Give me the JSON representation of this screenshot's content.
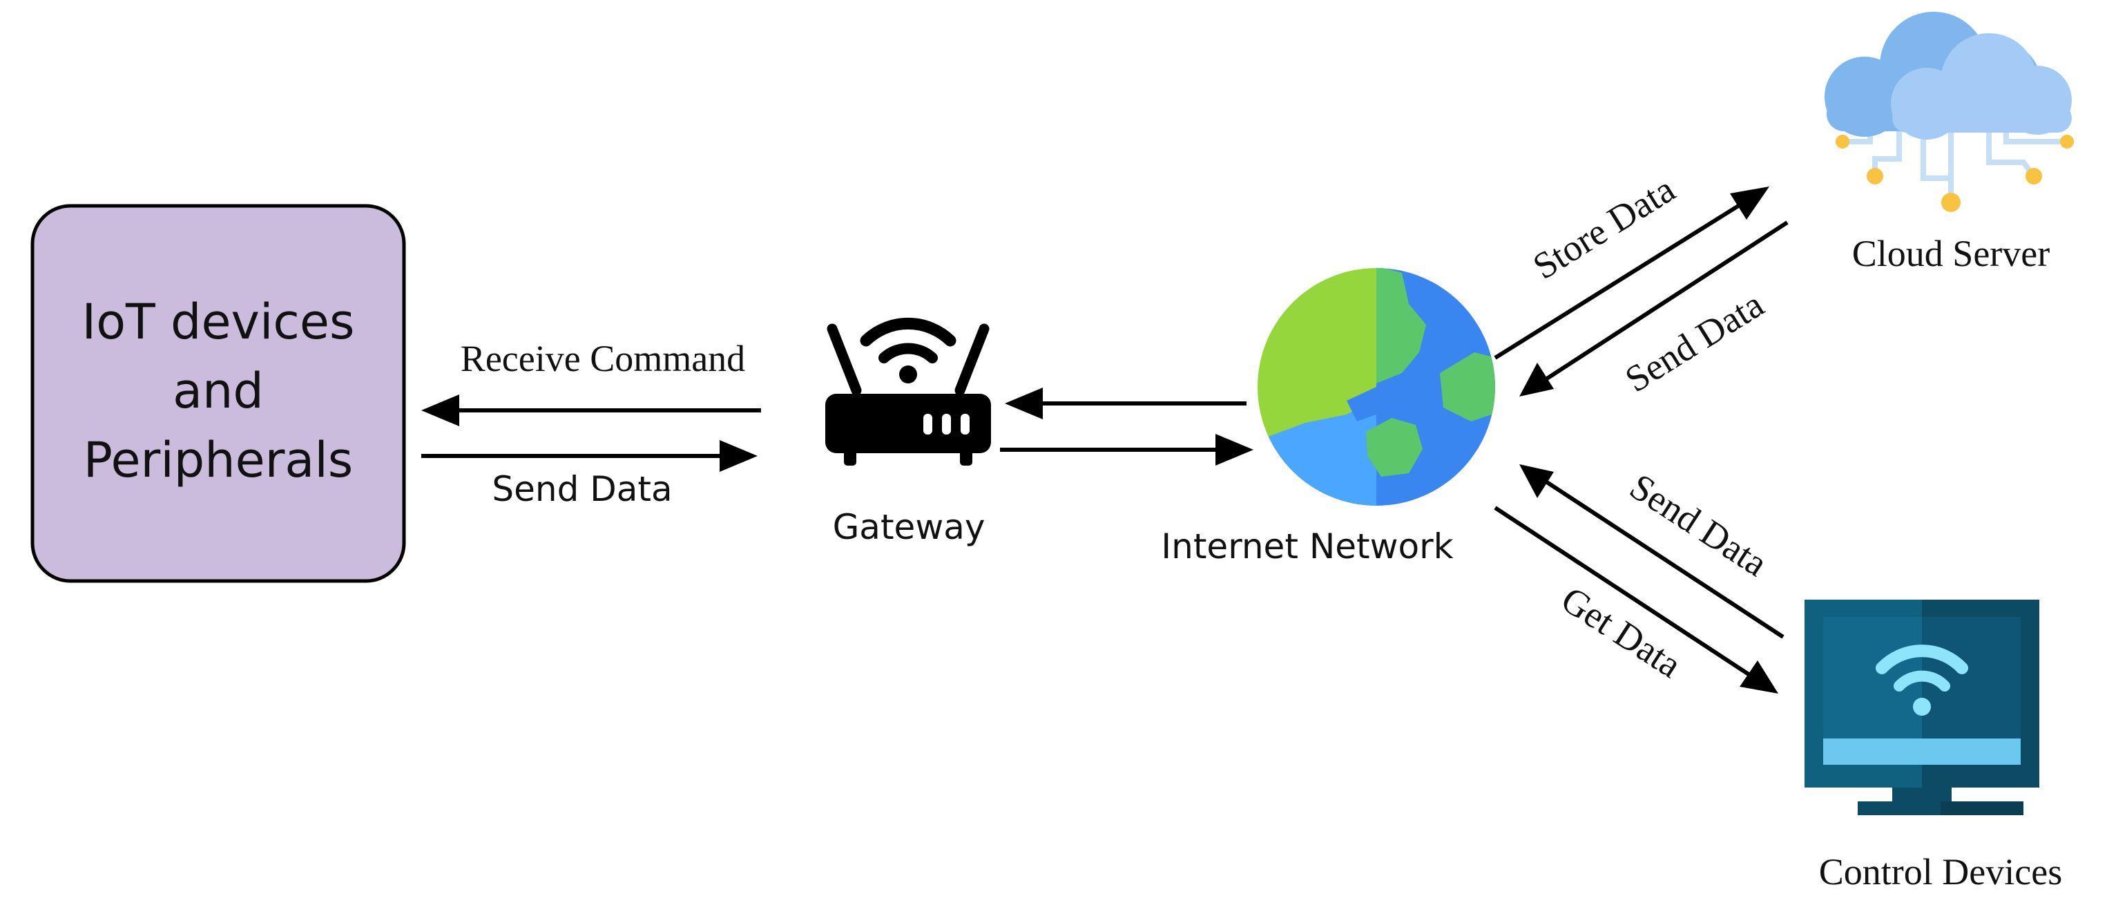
{
  "nodes": {
    "iot_box": {
      "lines": [
        "IoT devices",
        "and",
        "Peripherals"
      ],
      "fill": "#cbbbdd",
      "stroke": "#000000"
    },
    "gateway": {
      "label": "Gateway",
      "icon": "router-icon"
    },
    "internet": {
      "label": "Internet Network",
      "icon": "globe-icon"
    },
    "cloud": {
      "label": "Cloud Server",
      "icon": "cloud-icon"
    },
    "control": {
      "label": "Control Devices",
      "icon": "monitor-wifi-icon"
    }
  },
  "edges": {
    "receive_command": "Receive Command",
    "send_data_gateway": "Send Data",
    "store_data": "Store Data",
    "send_data_cloud": "Send Data",
    "send_data_control": "Send Data",
    "get_data": "Get Data"
  },
  "colors": {
    "globe_green": "#95d63d",
    "globe_blue": "#3a86f0",
    "globe_light_blue": "#4ba6ff",
    "globe_land_green": "#5cc66a",
    "cloud_back": "#7fb6ee",
    "cloud_front": "#a3cbf5",
    "cloud_circuit": "#c6dff7",
    "cloud_node": "#f7c340",
    "monitor_dark": "#0d4a63",
    "monitor_screen": "#10607f",
    "monitor_bar": "#6cc8ee",
    "wifi_light": "#8ee4fb"
  }
}
